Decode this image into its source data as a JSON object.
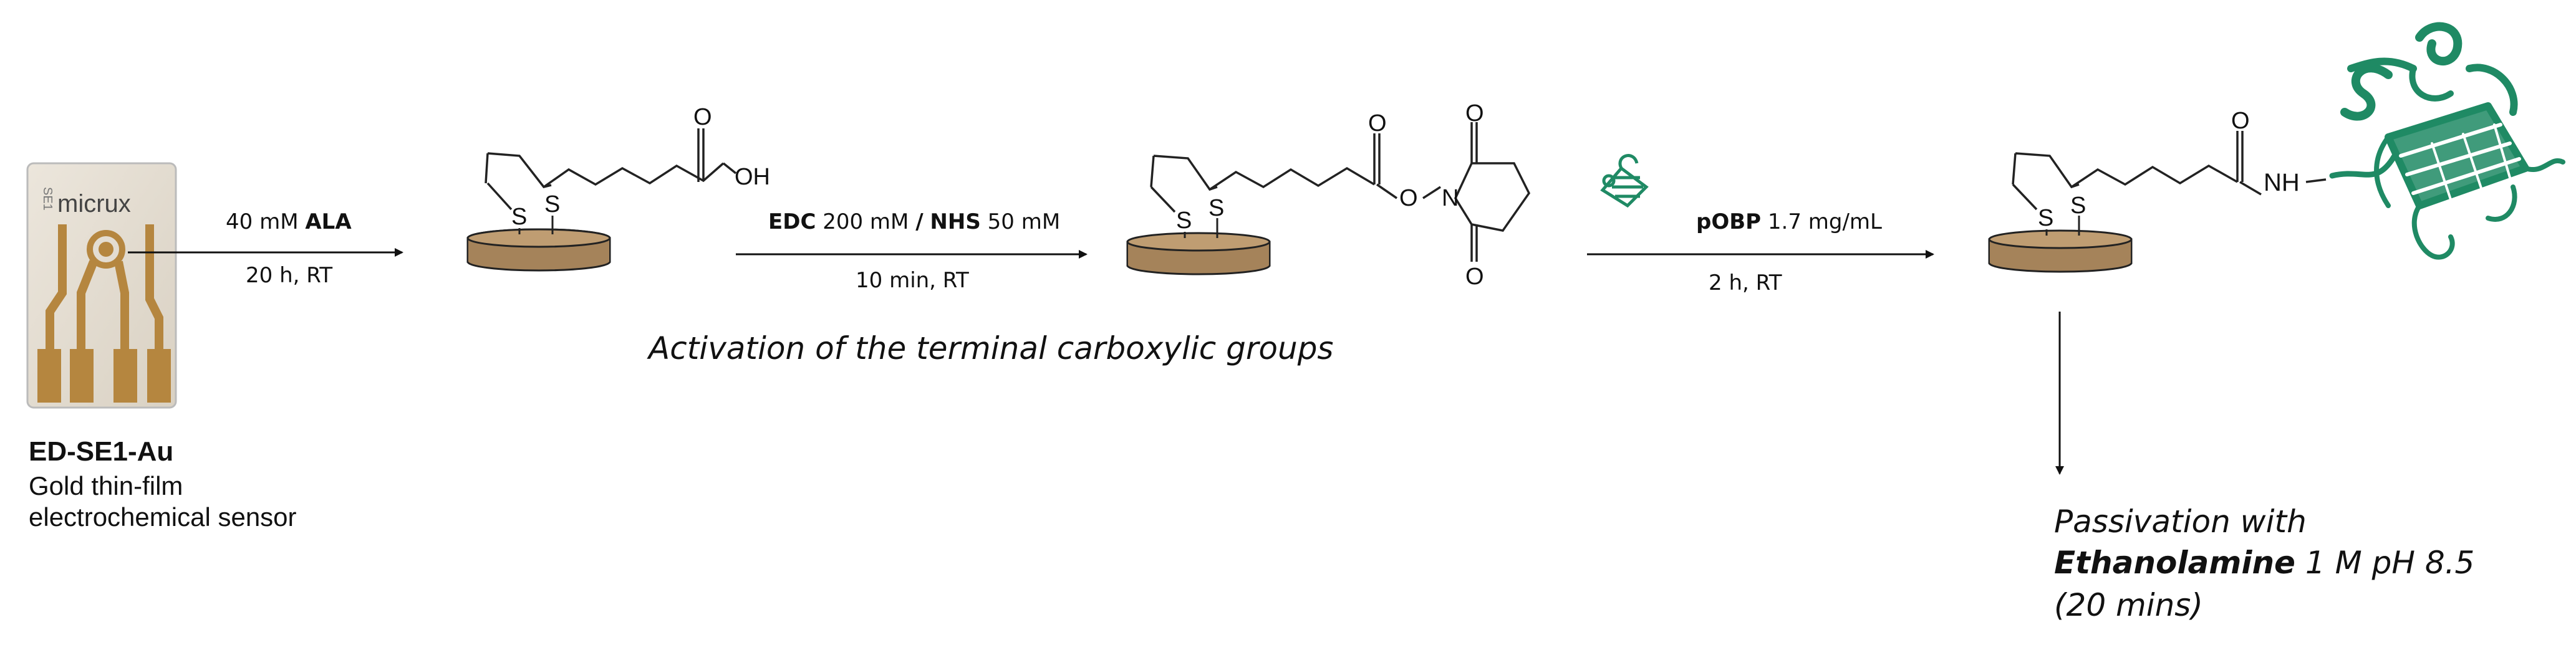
{
  "colors": {
    "gold": "#a5835a",
    "gold_dark": "#5a4428",
    "protein": "#1f8a64",
    "bond": "#222222"
  },
  "sensor": {
    "chip_brand": "micrux",
    "chip_side_label": "SE1",
    "name": "ED-SE1-Au",
    "description_line1": "Gold thin-film",
    "description_line2": "electrochemical sensor"
  },
  "steps": [
    {
      "reagent_bold": "ALA",
      "reagent_prefix": "40 mM ",
      "conditions": "20 h, RT"
    },
    {
      "reagent_bold_1": "EDC",
      "reagent_mid_1": " 200 mM ",
      "reagent_sep": "/",
      "reagent_bold_2": "NHS",
      "reagent_mid_2": " 50 mM",
      "conditions": "10 min, RT",
      "caption": "Activation of the terminal carboxylic groups"
    },
    {
      "reagent_bold": "pOBP",
      "reagent_suffix": " 1.7 mg/mL",
      "conditions": "2 h, RT",
      "icon": "protein-icon"
    }
  ],
  "atoms": {
    "sulfur": "S",
    "oxygen": "O",
    "nitrogen": "N",
    "hydroxyl": "OH",
    "amide_nh": "NH"
  },
  "passivation": {
    "line1": "Passivation with",
    "line2_bold": "Ethanolamine",
    "line2_rest": " 1 M pH 8.5",
    "line3": "(20 mins)"
  }
}
